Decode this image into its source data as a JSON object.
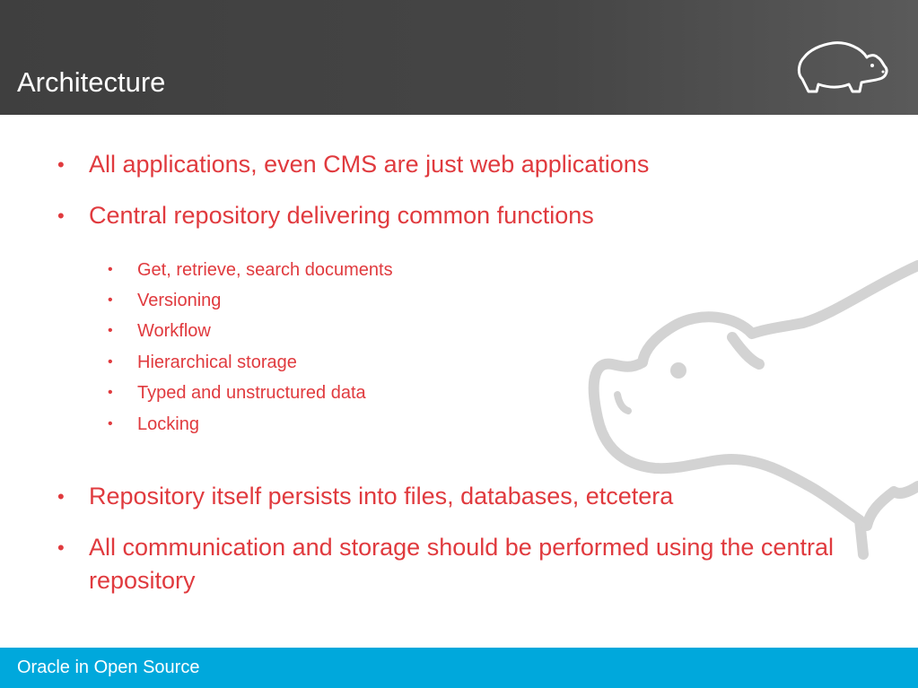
{
  "slide": {
    "title": "Architecture",
    "bullets": [
      "All applications, even CMS are just web applications",
      "Central repository delivering common functions"
    ],
    "sub_bullets": [
      "Get, retrieve, search documents",
      "Versioning",
      "Workflow",
      "Hierarchical storage",
      "Typed and unstructured data",
      "Locking"
    ],
    "bullets_after": [
      "Repository itself persists into files, databases, etcetera",
      "All communication and storage should be performed using the central repository"
    ],
    "bullet_glyph": "•",
    "footer": "Oracle in Open Source"
  },
  "colors": {
    "header_bg": "#454545",
    "text_accent": "#e03a3e",
    "footer_bg": "#00a8dc",
    "art_stroke": "#d3d3d3"
  },
  "icons": {
    "header_logo": "hippo-outline-icon",
    "background_art": "hippo-outline-illustration"
  }
}
